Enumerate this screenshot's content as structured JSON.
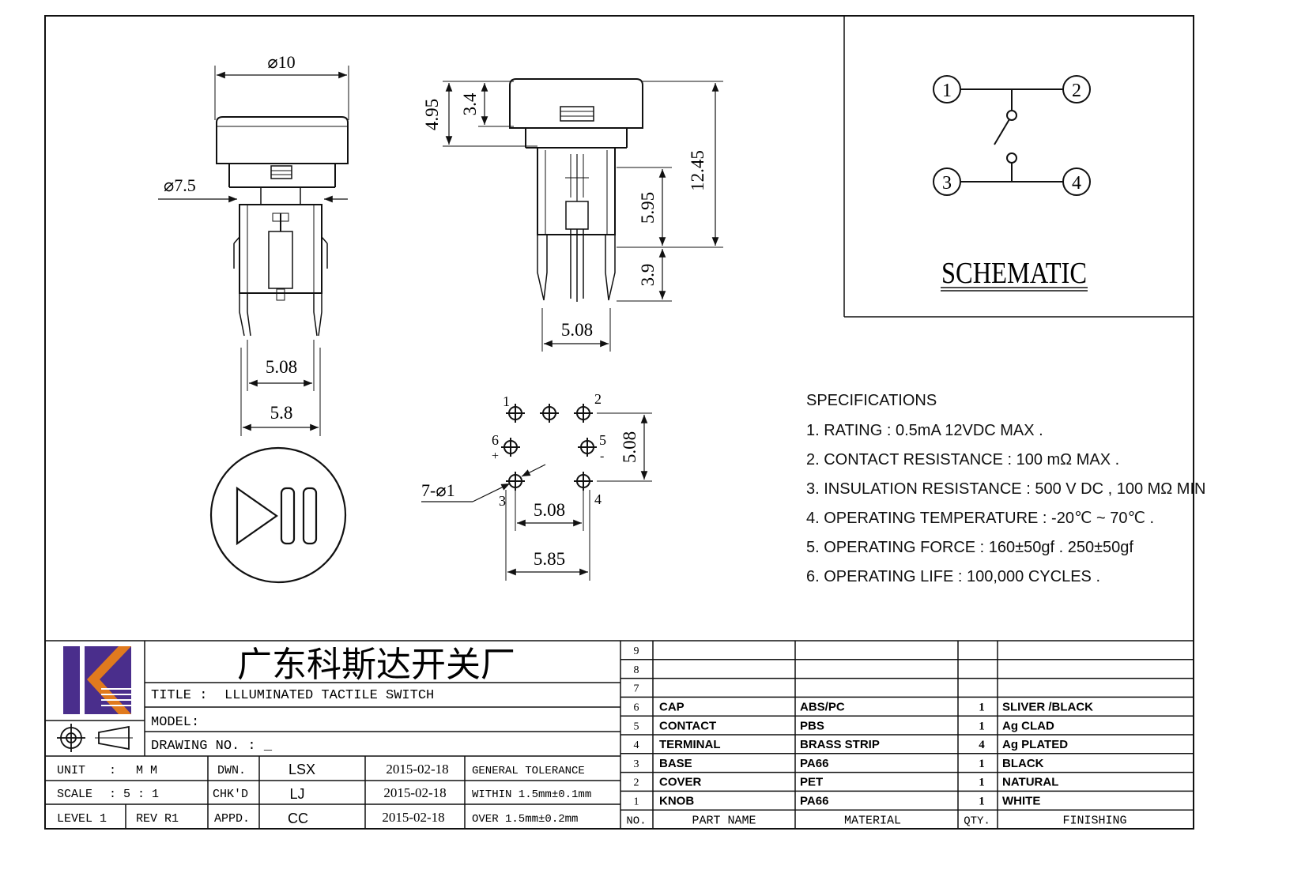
{
  "dimensions": {
    "top_dia": "⌀10",
    "cap_dia": "⌀7.5",
    "top_offset_total": "4.95",
    "top_cap_height": "3.4",
    "overall_height": "12.45",
    "mid_height": "5.95",
    "pin_length": "3.9",
    "side_pitch": "5.08",
    "front_inner_pitch": "5.08",
    "front_outer_width": "5.8",
    "pcb_hole": "7-⌀1",
    "pcb_inner_pitch": "5.08",
    "pcb_outer_pitch": "5.85",
    "pcb_row_pitch": "5.08"
  },
  "pcb_pins": {
    "p1": "1",
    "p2": "2",
    "p3": "3",
    "p4": "4",
    "p5": "5",
    "p6": "6",
    "plus": "+",
    "minus": "-"
  },
  "schematic": {
    "title": "SCHEMATIC",
    "pins": [
      "1",
      "2",
      "3",
      "4"
    ]
  },
  "specs": {
    "heading": "SPECIFICATIONS",
    "items": [
      "1. RATING : 0.5mA 12VDC MAX .",
      "2. CONTACT RESISTANCE : 100 mΩ MAX .",
      "3. INSULATION RESISTANCE : 500 V DC , 100 MΩ MIN",
      "4. OPERATING TEMPERATURE : -20℃ ~ 70℃ .",
      "5. OPERATING FORCE : 160±50gf . 250±50gf",
      "6. OPERATING LIFE : 100,000 CYCLES ."
    ]
  },
  "titleblock": {
    "company": "广东科斯达开关厂",
    "title_label": "TITLE :",
    "title_value": "LLLUMINATED TACTILE SWITCH",
    "model_label": "MODEL:",
    "drawing_label": "DRAWING NO. : _",
    "unit_label": "UNIT",
    "unit_colon": ":",
    "unit_value": "M M",
    "scale_label": "SCALE",
    "scale_value": ": 5 : 1",
    "level_label": "LEVEL 1",
    "rev_label": "REV R1",
    "dwn_label": "DWN.",
    "dwn_name": "LSX",
    "dwn_date": "2015-02-18",
    "chk_label": "CHK'D",
    "chk_name": "LJ",
    "chk_date": "2015-02-18",
    "appd_label": "APPD.",
    "appd_name": "CC",
    "appd_date": "2015-02-18",
    "tol_title": "GENERAL TOLERANCE",
    "tol_within": "WITHIN 1.5mm±0.1mm",
    "tol_over": "OVER 1.5mm±0.2mm",
    "brand_color": "#4a2e8c",
    "accent_color": "#e07a1e"
  },
  "bom": {
    "headers": {
      "no": "NO.",
      "part": "PART NAME",
      "material": "MATERIAL",
      "qty": "QTY.",
      "finishing": "FINISHING"
    },
    "rows": [
      {
        "no": "9",
        "part": "",
        "material": "",
        "qty": "",
        "finishing": ""
      },
      {
        "no": "8",
        "part": "",
        "material": "",
        "qty": "",
        "finishing": ""
      },
      {
        "no": "7",
        "part": "",
        "material": "",
        "qty": "",
        "finishing": ""
      },
      {
        "no": "6",
        "part": "CAP",
        "material": "ABS/PC",
        "qty": "1",
        "finishing": "SLIVER /BLACK"
      },
      {
        "no": "5",
        "part": "CONTACT",
        "material": "PBS",
        "qty": "1",
        "finishing": "Ag CLAD"
      },
      {
        "no": "4",
        "part": "TERMINAL",
        "material": "BRASS STRIP",
        "qty": "4",
        "finishing": "Ag PLATED"
      },
      {
        "no": "3",
        "part": "BASE",
        "material": "PA66",
        "qty": "1",
        "finishing": "BLACK"
      },
      {
        "no": "2",
        "part": "COVER",
        "material": "PET",
        "qty": "1",
        "finishing": "NATURAL"
      },
      {
        "no": "1",
        "part": "KNOB",
        "material": "PA66",
        "qty": "1",
        "finishing": "WHITE"
      }
    ]
  }
}
